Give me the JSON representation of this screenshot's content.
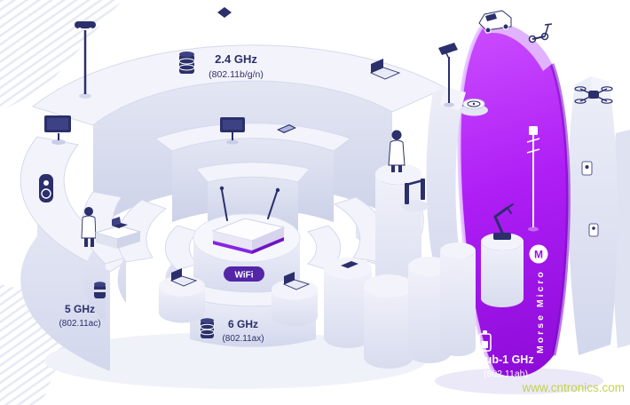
{
  "bands": {
    "b24": {
      "freq": "2.4 GHz",
      "standard": "(802.11b/g/n)"
    },
    "b5": {
      "freq": "5 GHz",
      "standard": "(802.11ac)"
    },
    "b6": {
      "freq": "6 GHz",
      "standard": "(802.11ax)"
    },
    "sub1": {
      "freq": "Sub-1 GHz",
      "standard": "(802.11ah)"
    }
  },
  "router": {
    "badge": "WiFi"
  },
  "brand": {
    "name": "Morse Micro",
    "logo_letter": "M"
  },
  "watermark": "www.cntronics.com",
  "colors": {
    "halow_purple": "#a71df2",
    "navy_ink": "#2b2f6b",
    "arc_lavender": "#e8eaf6",
    "watermark_green": "#c3d44c"
  },
  "icons": [
    "lamp-post-icon",
    "server-stack-icon",
    "laptop-icon",
    "smartphone-icon",
    "tv-icon",
    "speaker-icon",
    "person-icon",
    "desk-icon",
    "jar-icon",
    "monitor-icon",
    "robot-vacuum-icon",
    "cctv-camera-icon",
    "security-gate-icon",
    "robot-arm-icon",
    "antenna-mast-icon",
    "drone-icon",
    "delivery-van-icon",
    "scooter-icon",
    "sensor-icon",
    "battery-icon",
    "database-icon",
    "diamond-icon",
    "wifi-router-icon"
  ]
}
